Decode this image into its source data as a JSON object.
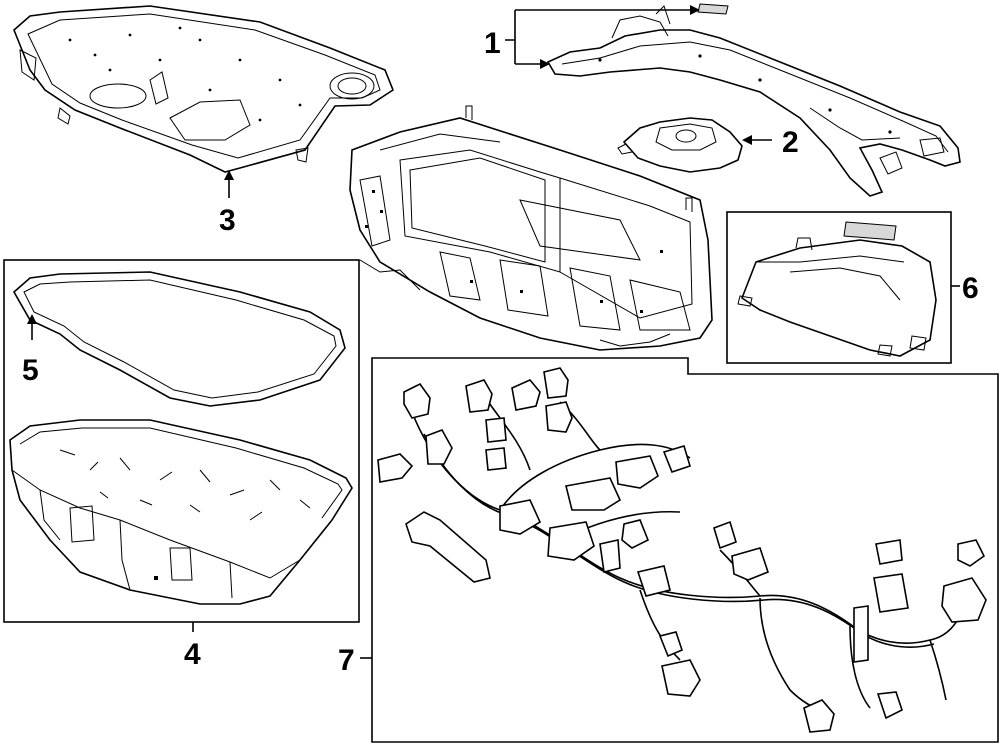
{
  "callouts": {
    "c1": "1",
    "c2": "2",
    "c3": "3",
    "c4": "4",
    "c5": "5",
    "c6": "6",
    "c7": "7"
  },
  "colors": {
    "line": "#000000",
    "background": "#ffffff",
    "fill": "#d8d8d8"
  }
}
